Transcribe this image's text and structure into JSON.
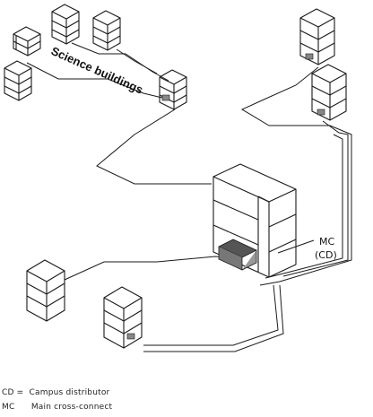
{
  "labels": {
    "science": "Science buildings",
    "mc": "MC",
    "cd": "(CD)"
  },
  "legend": {
    "line1": "CD =  Campus distributor",
    "line2": "MC      Main cross-connect"
  }
}
